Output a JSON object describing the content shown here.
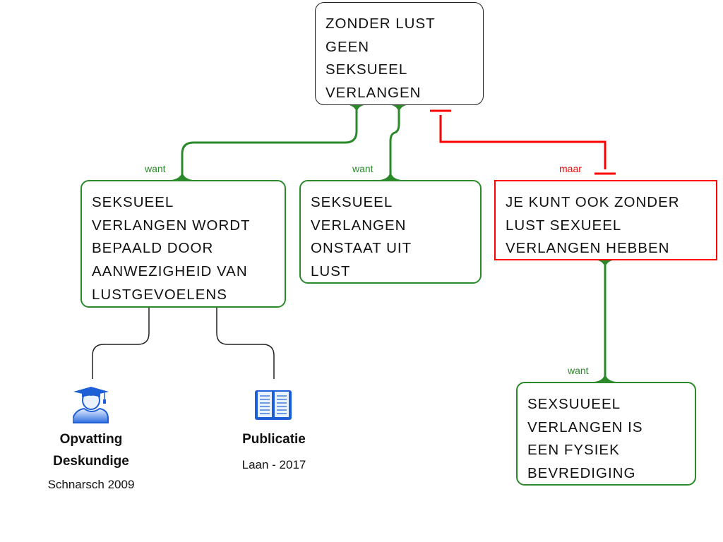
{
  "main_claim": {
    "lines": [
      "ZONDER LUST",
      "GEEN",
      "SEKSUEEL",
      "VERLANGEN"
    ]
  },
  "reasons": [
    {
      "label": "want",
      "lines": [
        "SEKSUEEL",
        "VERLANGEN WORDT",
        "BEPAALD DOOR",
        "AANWEZIGHEID VAN",
        "LUSTGEVOELENS"
      ]
    },
    {
      "label": "want",
      "lines": [
        "SEKSUEEL",
        "VERLANGEN",
        "ONSTAAT UIT",
        "LUST"
      ]
    }
  ],
  "objection": {
    "label": "maar",
    "lines": [
      "JE KUNT OOK ZONDER",
      "LUST SEXUEEL",
      "VERLANGEN HEBBEN"
    ]
  },
  "objection_reason": {
    "label": "want",
    "lines": [
      "SEXSUUEEL",
      "VERLANGEN IS",
      "EEN FYSIEK",
      "BEVREDIGING"
    ]
  },
  "sources": [
    {
      "icon": "graduate-icon",
      "title_lines": [
        "Opvatting",
        "Deskundige"
      ],
      "detail": "Schnarsch 2009"
    },
    {
      "icon": "book-icon",
      "title_lines": [
        "Publicatie"
      ],
      "detail": "Laan - 2017"
    }
  ],
  "colors": {
    "support": "#2a8a2a",
    "oppose": "#ff0000",
    "source_icon": "#1f5fd6"
  }
}
